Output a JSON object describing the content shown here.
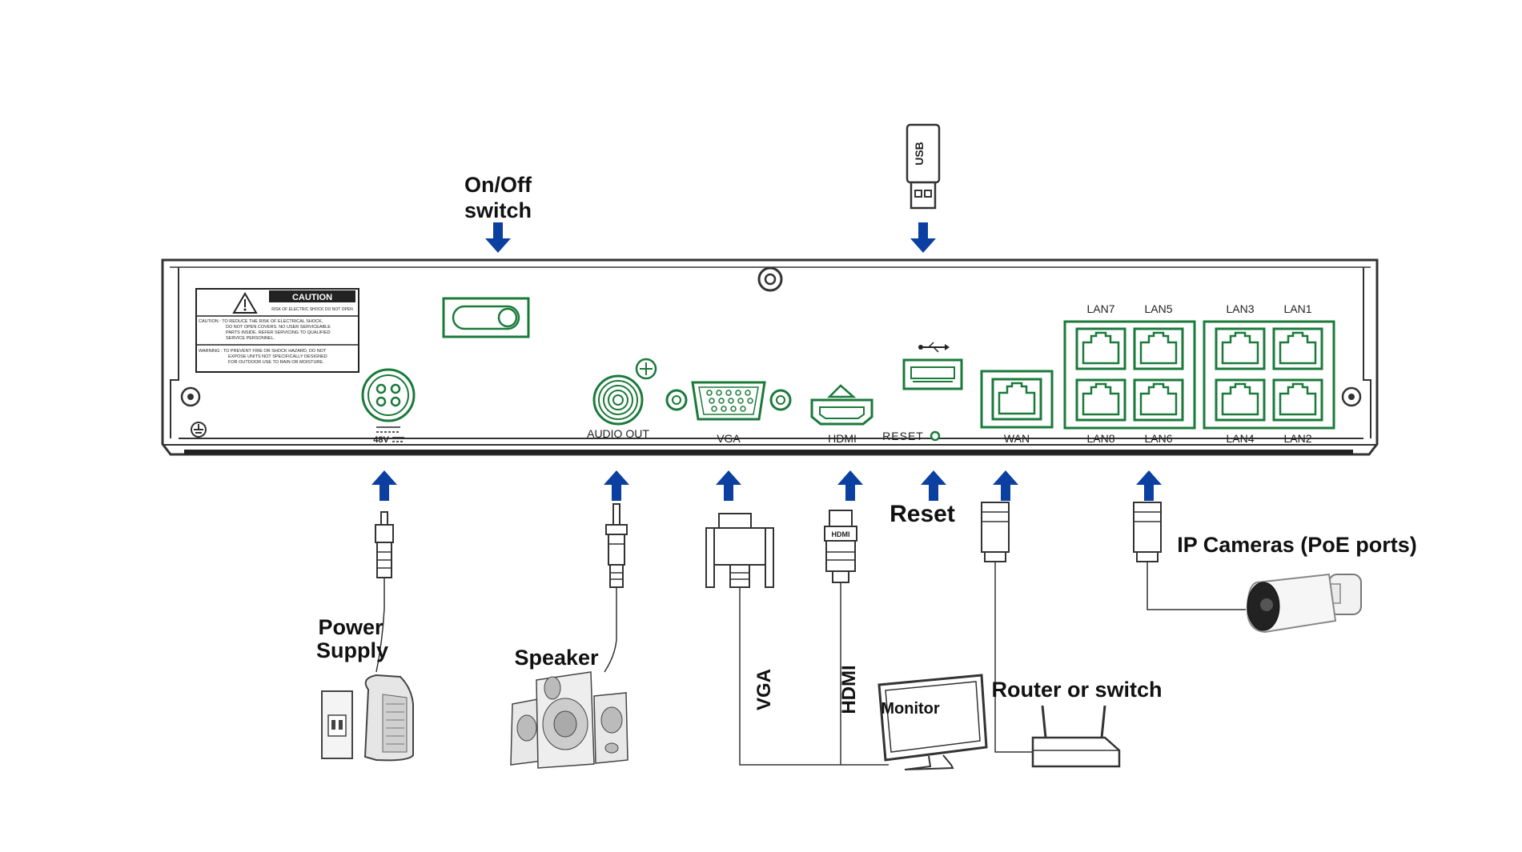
{
  "top_labels": {
    "onoff_line1": "On/Off",
    "onoff_line2": "switch",
    "usb": "USB"
  },
  "panel": {
    "caution_title": "CAUTION",
    "caution_sub": "RISK OF ELECTRIC SHOCK DO NOT OPEN",
    "caution_line1": "CAUTION : TO REDUCE THE RISK OF ELECTRICAL SHOCK,",
    "caution_line2": "DO NOT OPEN COVERS. NO USER SERVICEABLE",
    "caution_line3": "PARTS INSIDE. REFER SERVICING TO QUALIFIED",
    "caution_line4": "SERVICE PERSONNEL.",
    "warning_line1": "WARNING : TO PREVENT FIRE OR SHOCK HAZARD, DO NOT",
    "warning_line2": "EXPOSE UNITS NOT SPECIFICALLY DESIGNED",
    "warning_line3": "FOR OUTDOOR USE TO RAIN OR MOISTURE.",
    "power_rating": "48V",
    "audio_out": "AUDIO OUT",
    "vga": "VGA",
    "hdmi": "HDMI",
    "reset": "RESET",
    "wan": "WAN",
    "lan7": "LAN7",
    "lan5": "LAN5",
    "lan3": "LAN3",
    "lan1": "LAN1",
    "lan8": "LAN8",
    "lan6": "LAN6",
    "lan4": "LAN4",
    "lan2": "LAN2"
  },
  "devices": {
    "power_line1": "Power",
    "power_line2": "Supply",
    "speaker": "Speaker",
    "vga_cable": "VGA",
    "hdmi_cable": "HDMI",
    "hdmi_plug": "HDMI",
    "monitor": "Monitor",
    "reset": "Reset",
    "router": "Router or switch",
    "ip_cameras": "IP Cameras (PoE ports)"
  },
  "colors": {
    "port_green": "#1a7a3a",
    "arrow_blue": "#0b3fa0",
    "outline": "#333333"
  },
  "icons": [
    "up-arrow-icon",
    "down-arrow-icon",
    "usb-symbol-icon",
    "ground-icon",
    "warning-triangle-icon"
  ]
}
